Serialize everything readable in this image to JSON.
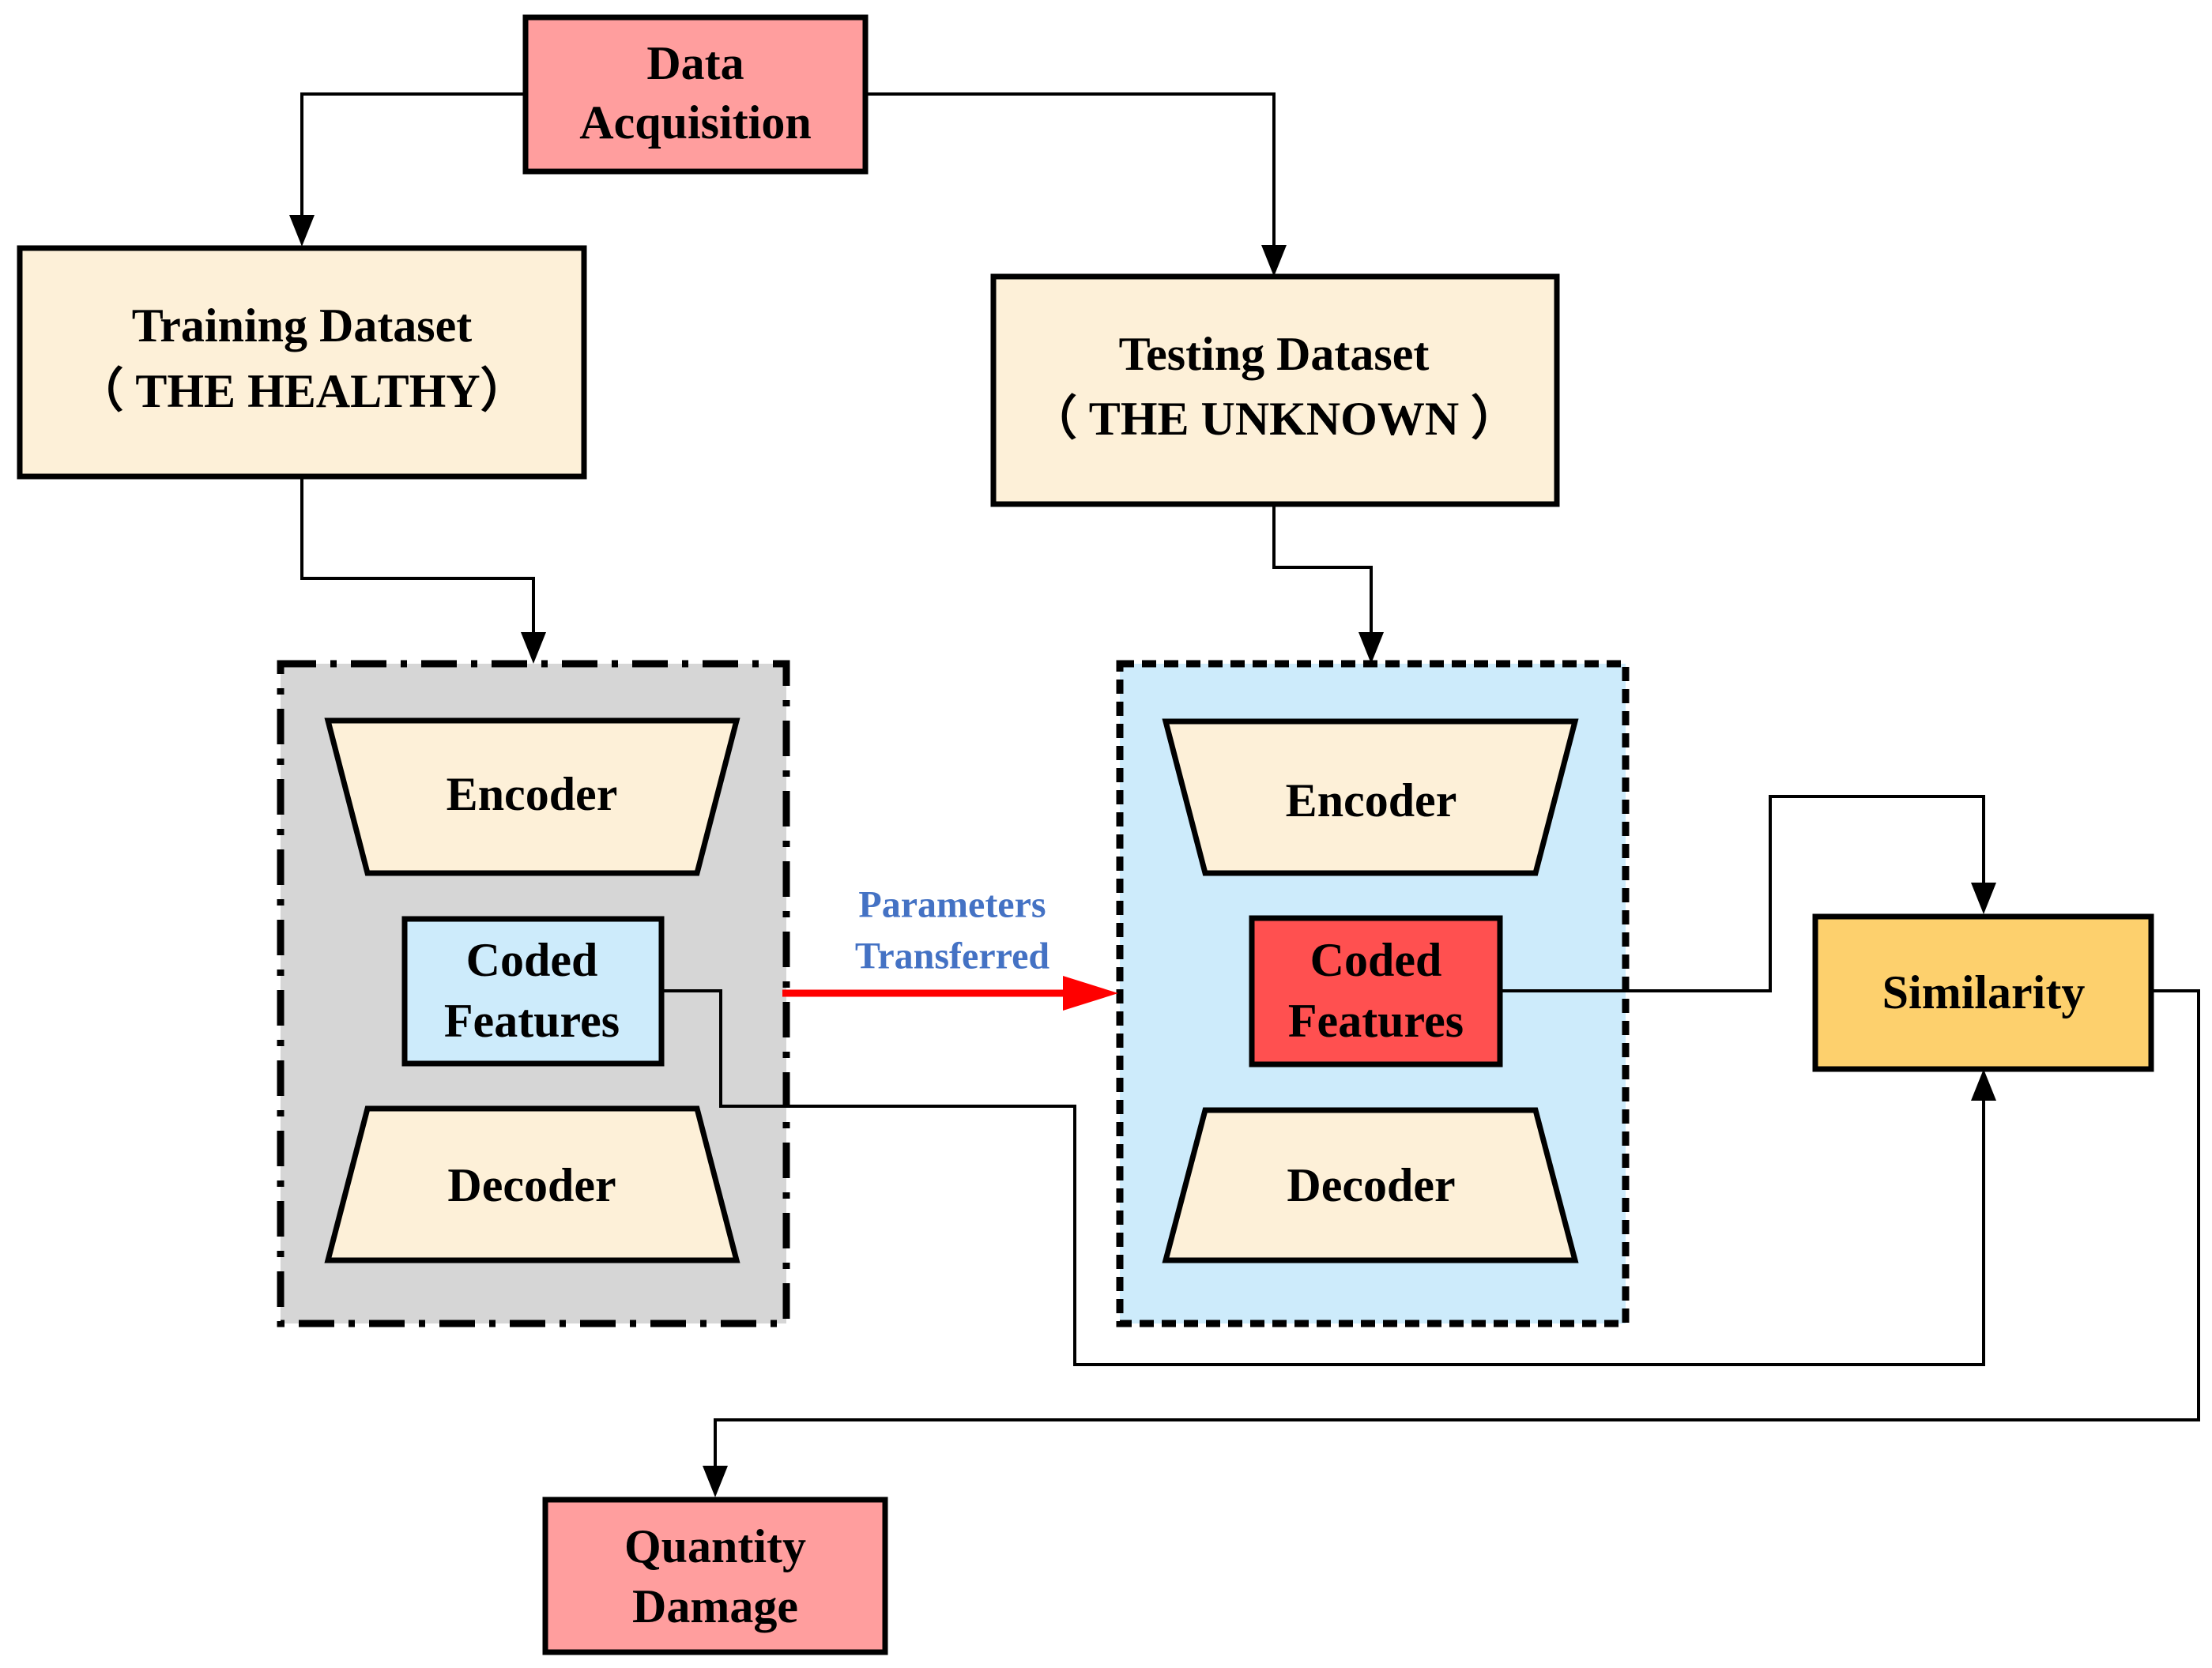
{
  "colors": {
    "pink": "#FF9E9E",
    "cream": "#FDF0D8",
    "light_blue": "#CDEBFB",
    "gray_panel": "#D6D6D6",
    "red_feature": "#FF5050",
    "orange": "#FDD06D",
    "transfer_arrow": "#FF0000",
    "transfer_text": "#4472C4"
  },
  "nodes": {
    "data_acquisition": {
      "line1": "Data",
      "line2": "Acquisition"
    },
    "training_dataset": {
      "line1": "Training Dataset",
      "line2": "（ THE HEALTHY）"
    },
    "testing_dataset": {
      "line1": "Testing Dataset",
      "line2": "（ THE UNKNOWN ）"
    },
    "training_model": {
      "encoder": "Encoder",
      "coded_line1": "Coded",
      "coded_line2": "Features",
      "decoder": "Decoder"
    },
    "testing_model": {
      "encoder": "Encoder",
      "coded_line1": "Coded",
      "coded_line2": "Features",
      "decoder": "Decoder"
    },
    "similarity": {
      "label": "Similarity"
    },
    "quantity_damage": {
      "line1": "Quantity",
      "line2": "Damage"
    }
  },
  "edges": {
    "transfer": {
      "line1": "Parameters",
      "line2": "Transferred"
    }
  }
}
